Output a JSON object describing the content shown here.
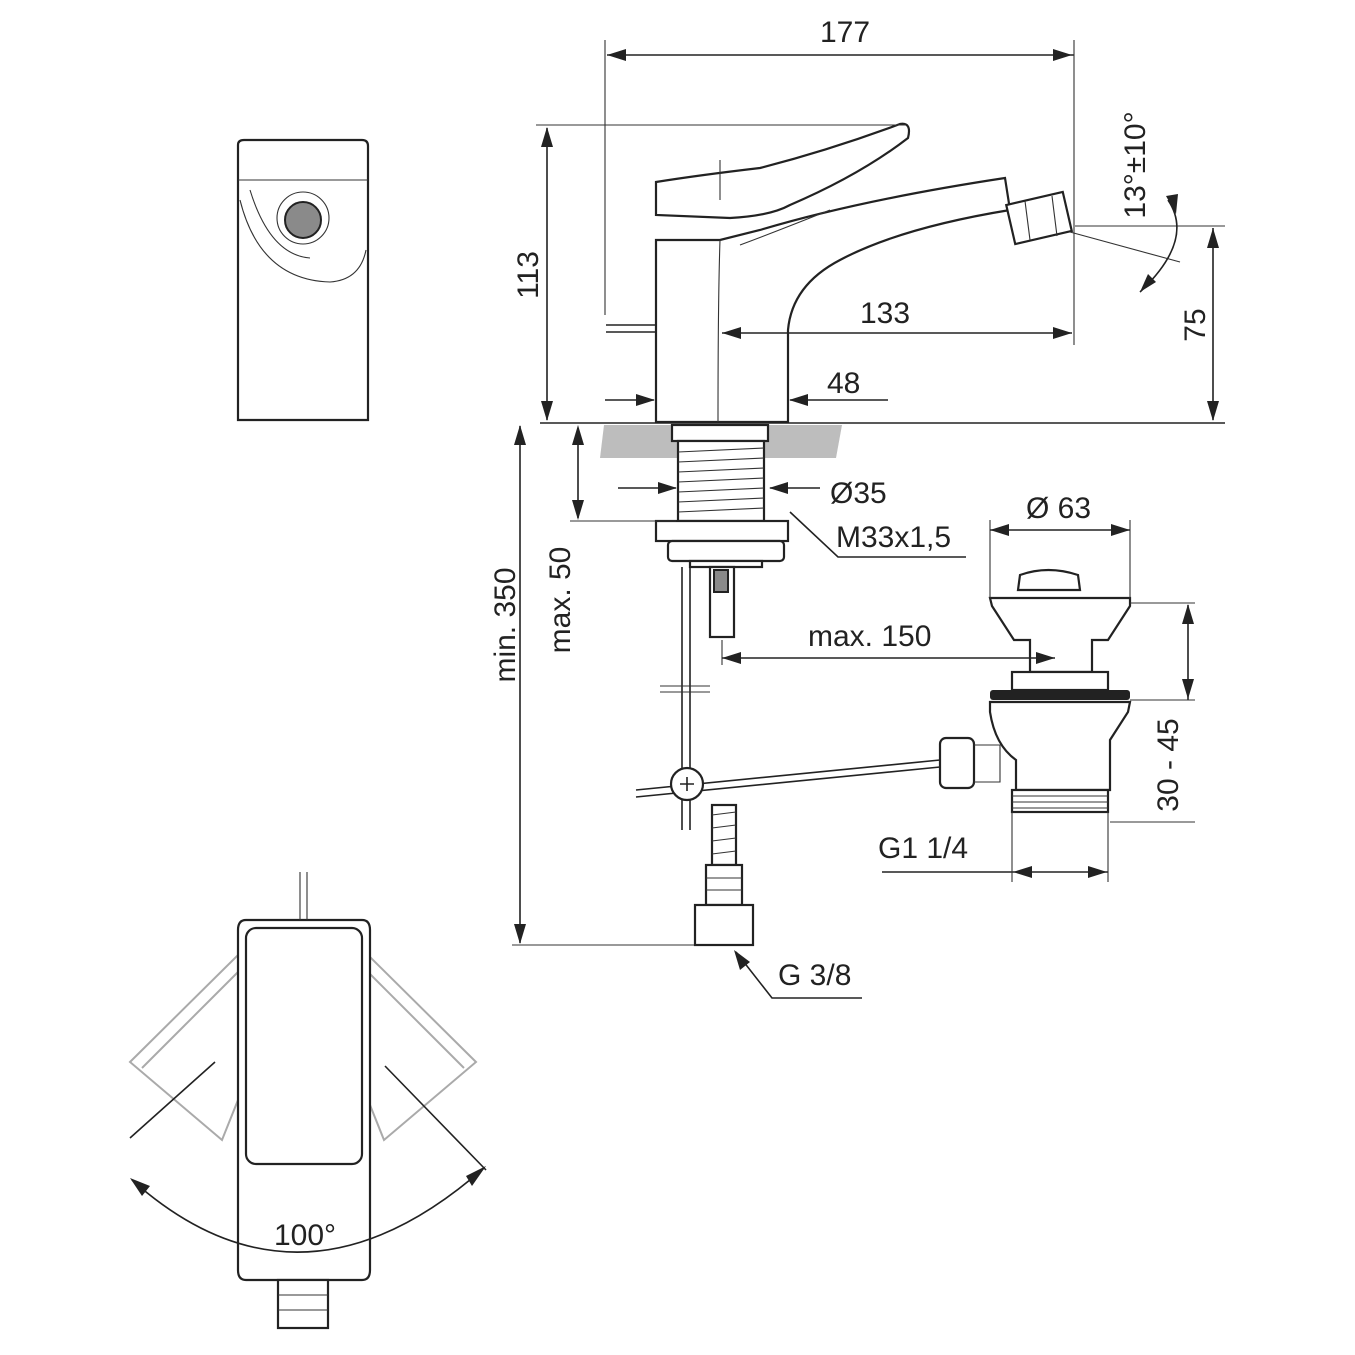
{
  "dimensions": {
    "total_length": "177",
    "height": "113",
    "spout_reach": "133",
    "spout_height": "75",
    "body_width": "48",
    "tilt_angle": "13°±10°",
    "hole_diameter": "Ø35",
    "thread": "M33x1,5",
    "max_deck": "max. 50",
    "min_hose": "min. 350",
    "max_offset": "max. 150",
    "waste_diameter": "Ø 63",
    "waste_range": "30 - 45",
    "waste_thread": "G1 1/4",
    "supply_thread": "G 3/8",
    "rotation": "100°"
  }
}
